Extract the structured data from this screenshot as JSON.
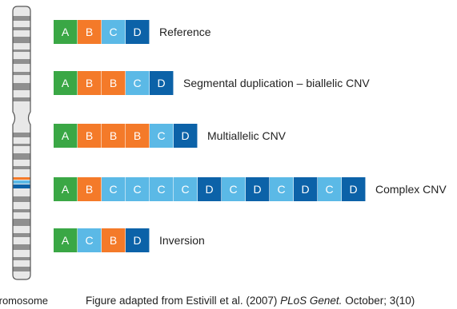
{
  "colors": {
    "A": "#3aa745",
    "B": "#f47a29",
    "C": "#5bb9e6",
    "D": "#0c62a8",
    "chromosome_body": "#e8e8e8",
    "chromosome_band": "#8f8f8f",
    "chromosome_outline": "#555555"
  },
  "rows": [
    {
      "label": "Reference",
      "segments": [
        "A",
        "B",
        "C",
        "D"
      ]
    },
    {
      "label": "Segmental duplication – biallelic CNV",
      "segments": [
        "A",
        "B",
        "B",
        "C",
        "D"
      ]
    },
    {
      "label": "Multiallelic CNV",
      "segments": [
        "A",
        "B",
        "B",
        "B",
        "C",
        "D"
      ]
    },
    {
      "label": "Complex CNV",
      "segments": [
        "A",
        "B",
        "C",
        "C",
        "C",
        "C",
        "D",
        "C",
        "D",
        "C",
        "D",
        "C",
        "D"
      ]
    },
    {
      "label": "Inversion",
      "segments": [
        "A",
        "C",
        "B",
        "D"
      ]
    }
  ],
  "chromosome_label": "Chromosome",
  "caption": {
    "prefix": "Figure adapted from Estivill et al. (2007) ",
    "journal": "PLoS Genet.",
    "suffix": " October; 3(10)"
  }
}
